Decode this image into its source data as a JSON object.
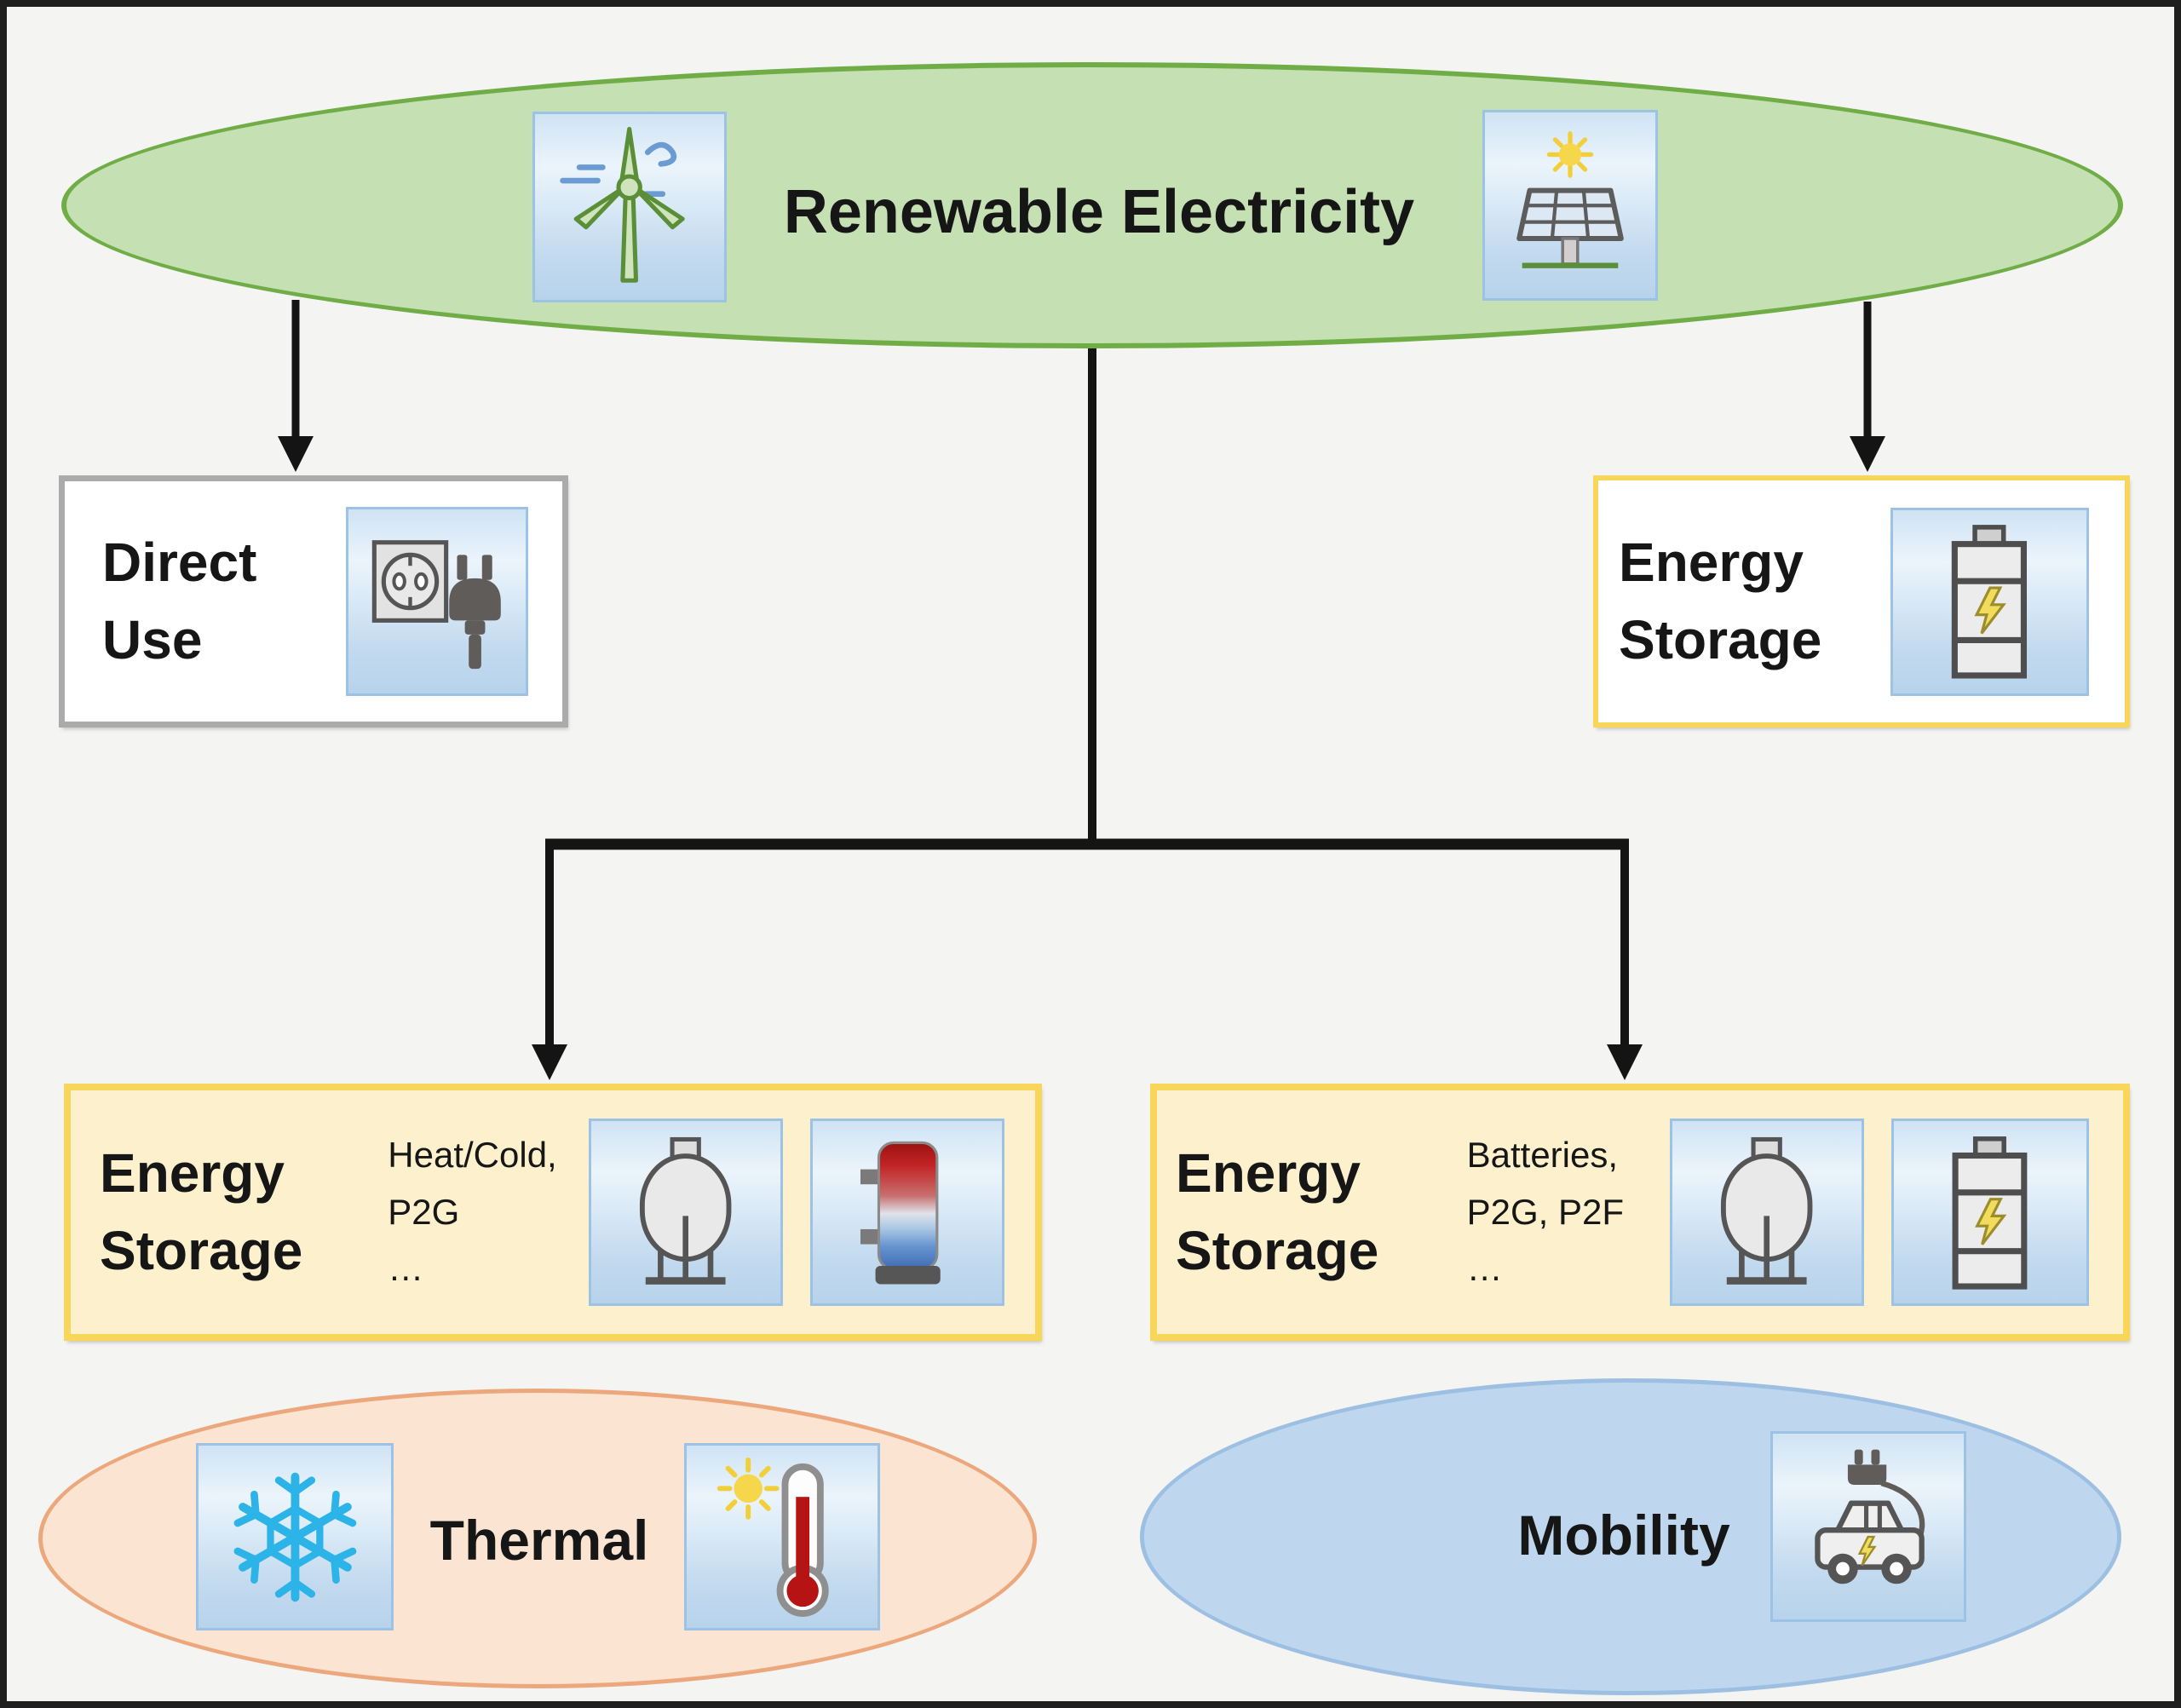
{
  "colors": {
    "bg": "#f4f4f2",
    "frame": "#1f1f1f",
    "green-fill": "#c5e0b3",
    "green-border": "#70ad47",
    "yellow-border": "#f8d65a",
    "cream-fill": "#fdf1cd",
    "white-fill": "#ffffff",
    "gray-border": "#ababab",
    "thermal-fill": "#fbe4d2",
    "thermal-border": "#eca87c",
    "mobility-fill": "#bed7ee",
    "mobility-border": "#9dc0e2",
    "iconbox-border": "#9cc2e5",
    "line": "#141414"
  },
  "nodes": {
    "renewable": {
      "label": "Renewable Electricity"
    },
    "direct_use": {
      "label": "Direct Use"
    },
    "storage_battery": {
      "label": "Energy Storage"
    },
    "storage_thermal": {
      "label": "Energy Storage",
      "subtitle_lines": [
        "Heat/Cold,",
        "P2G",
        "…"
      ]
    },
    "storage_mobility": {
      "label": "Energy Storage",
      "subtitle_lines": [
        "Batteries,",
        "P2G, P2F",
        "…"
      ]
    },
    "thermal": {
      "label": "Thermal"
    },
    "mobility": {
      "label": "Mobility"
    }
  },
  "icons": [
    "wind-turbine-icon",
    "solar-panel-icon",
    "socket-plug-icon",
    "battery-icon",
    "storage-tank-icon",
    "hot-water-tank-icon",
    "snowflake-icon",
    "thermometer-icon",
    "electric-car-icon"
  ]
}
